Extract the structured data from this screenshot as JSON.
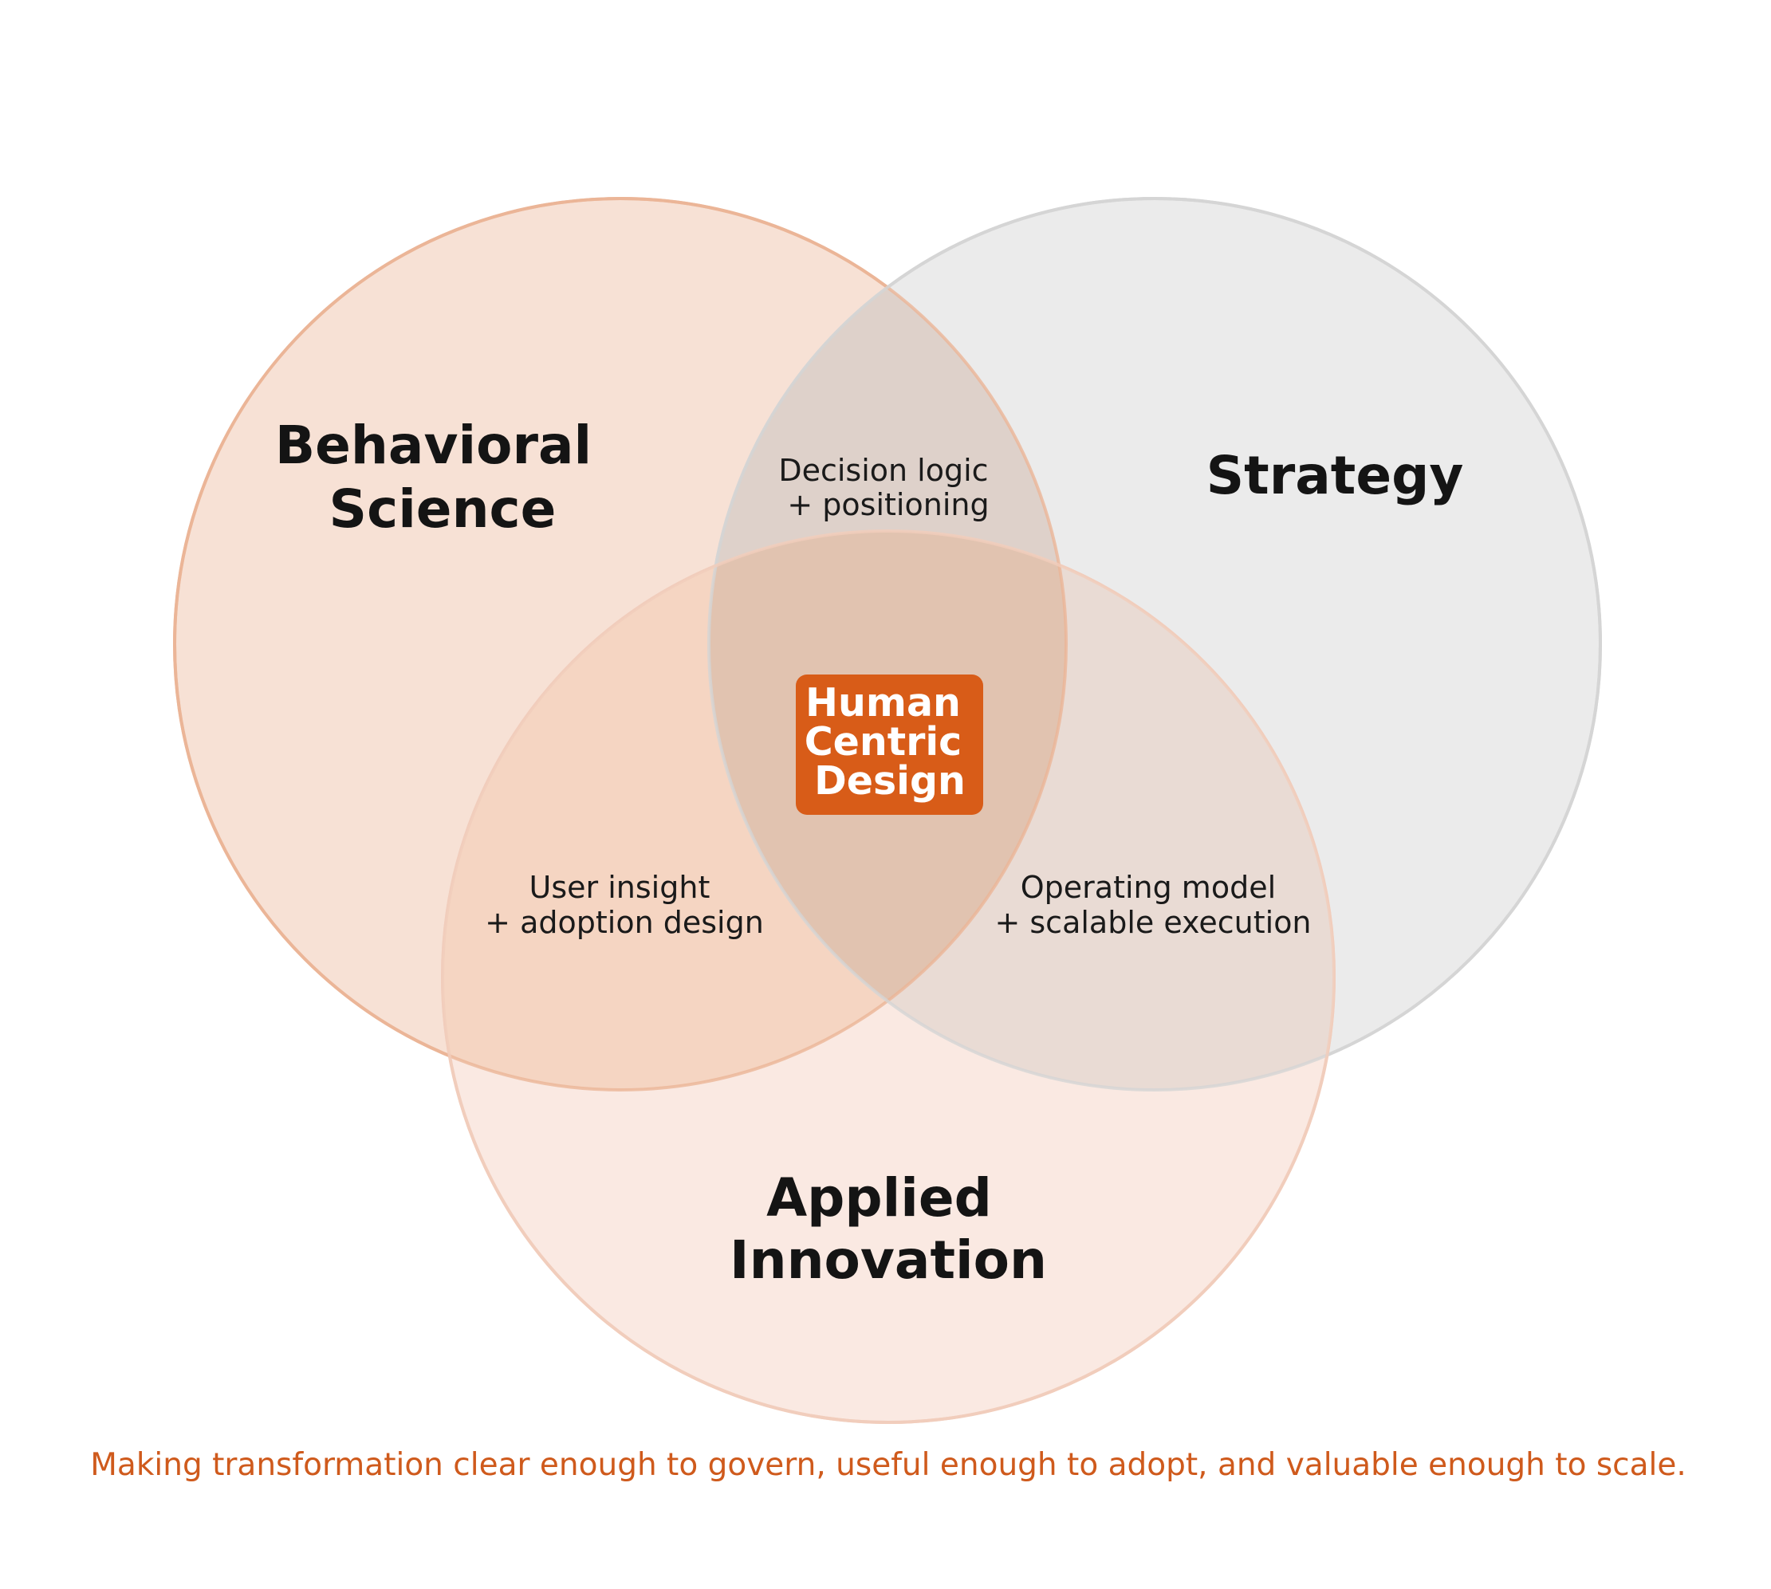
{
  "diagram": {
    "type": "venn-3",
    "colors": {
      "behavioral_fill": "#f7e1d5",
      "behavioral_stroke": "#ebb597",
      "strategy_fill": "#ebebeb",
      "strategy_stroke": "#d4d4d4",
      "applied_fill": "#fae9e2",
      "applied_stroke": "#f1cdbc",
      "center_badge": "#d85c18",
      "tagline": "#cf5a1c",
      "label": "#141414"
    },
    "circles": [
      {
        "id": "behavioral",
        "label_lines": [
          "Behavioral",
          "Science"
        ]
      },
      {
        "id": "strategy",
        "label_lines": [
          "Strategy"
        ]
      },
      {
        "id": "applied",
        "label_lines": [
          "Applied",
          "Innovation"
        ]
      }
    ],
    "overlaps": {
      "behavioral_strategy": [
        "Decision logic",
        "+ positioning"
      ],
      "behavioral_applied": [
        "User insight",
        "+ adoption design"
      ],
      "strategy_applied": [
        "Operating model",
        "+ scalable execution"
      ]
    },
    "center": {
      "lines": [
        "Human",
        "Centric",
        "Design"
      ]
    },
    "tagline": "Making transformation clear enough to govern, useful enough to adopt, and valuable enough to scale."
  }
}
